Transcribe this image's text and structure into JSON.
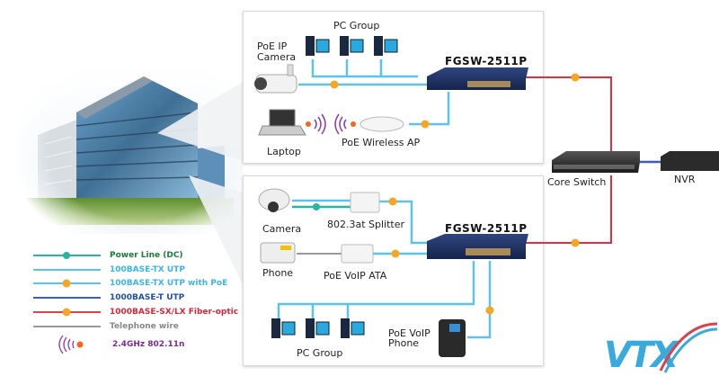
{
  "diagram": {
    "top_panel": {
      "switch_model": "FGSW-2511P",
      "devices": {
        "pc_group": "PC Group",
        "poe_ip_camera": [
          "PoE IP",
          "Camera"
        ],
        "laptop": "Laptop",
        "wireless_ap": "PoE Wireless AP"
      }
    },
    "bottom_panel": {
      "switch_model": "FGSW-2511P",
      "devices": {
        "camera": "Camera",
        "splitter": "802.3at Splitter",
        "phone": "Phone",
        "voip_ata": "PoE VoIP ATA",
        "pc_group": "PC Group",
        "voip_phone": [
          "PoE VoIP",
          "Phone"
        ]
      }
    },
    "core": {
      "core_switch": "Core Switch",
      "nvr": "NVR"
    },
    "badges": {
      "poe": "PoE",
      "dc": "DC",
      "fiber": "SX",
      "wireless": "N"
    }
  },
  "legend": {
    "items": [
      {
        "label": "Power Line (DC)",
        "color": "#1a7a3a",
        "line_color": "#2bb5a0",
        "badge": "dc"
      },
      {
        "label": "100BASE-TX UTP",
        "color": "#3cb4e6",
        "line_color": "#5cc4ec",
        "badge": ""
      },
      {
        "label": "100BASE-TX UTP with PoE",
        "color": "#3cb4e6",
        "line_color": "#5cc4ec",
        "badge": "poe"
      },
      {
        "label": "1000BASE-T UTP",
        "color": "#1f4fa8",
        "line_color": "#3d5fb8",
        "badge": ""
      },
      {
        "label": "1000BASE-SX/LX Fiber-optic",
        "color": "#d62638",
        "line_color": "#e04050",
        "badge": "fiber"
      },
      {
        "label": "Telephone wire",
        "color": "#888888",
        "line_color": "#9a9a9a",
        "badge": ""
      },
      {
        "label": "2.4GHz 802.11n",
        "color": "#7a2a9a",
        "line_color": "#8a3aa8",
        "badge": "wireless"
      }
    ]
  },
  "brand": {
    "logo_text": "VTX",
    "colors": {
      "primary": "#3aa9dc",
      "accent": "#d94050"
    }
  },
  "colors": {
    "utp": "#5cc4ec",
    "fiber": "#e03040",
    "gbe": "#3d5fb8",
    "dc": "#2bb5a0",
    "phone": "#9a9a9a",
    "poe_badge": "#f5a623",
    "switch_body": "#1e2f5e"
  }
}
